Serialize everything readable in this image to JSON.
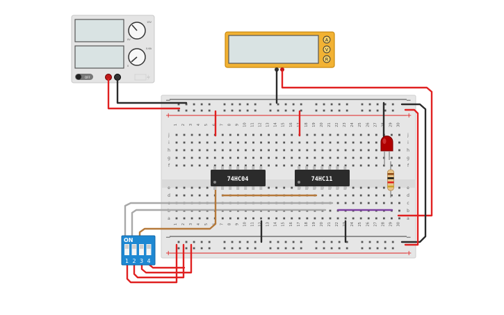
{
  "power_supply": {
    "upper_knob_labels": [
      "0V",
      "15V"
    ],
    "lower_knob_labels": [
      "0",
      "0.6A"
    ],
    "off_label": "OFF"
  },
  "multimeter": {
    "mode_buttons": [
      "A",
      "V",
      "R"
    ]
  },
  "breadboard": {
    "column_numbers": [
      "1",
      "2",
      "3",
      "4",
      "5",
      "6",
      "7",
      "8",
      "9",
      "10",
      "11",
      "12",
      "13",
      "14",
      "15",
      "16",
      "17",
      "18",
      "19",
      "20",
      "21",
      "22",
      "23",
      "24",
      "25",
      "26",
      "27",
      "28",
      "29",
      "30"
    ],
    "upper_row_letters": [
      "j",
      "i",
      "h",
      "g",
      "f"
    ],
    "lower_row_letters": [
      "e",
      "d",
      "c",
      "b",
      "a"
    ],
    "rail_plus": "+",
    "rail_minus": "−"
  },
  "chips": [
    {
      "label": "74HC04"
    },
    {
      "label": "74HC11"
    }
  ],
  "dip_switch": {
    "on_label": "ON",
    "numbers": [
      "1",
      "2",
      "3",
      "4"
    ]
  },
  "colors": {
    "wire_red": "#e02020",
    "wire_black": "#2a2a2a",
    "wire_gray": "#a8a8a8",
    "wire_brown": "#b5793a",
    "wire_purple": "#7b3fa0",
    "multimeter_body": "#f2b233",
    "dip_blue": "#1e88d2",
    "led_red": "#b00000",
    "board": "#e6e6e6"
  }
}
